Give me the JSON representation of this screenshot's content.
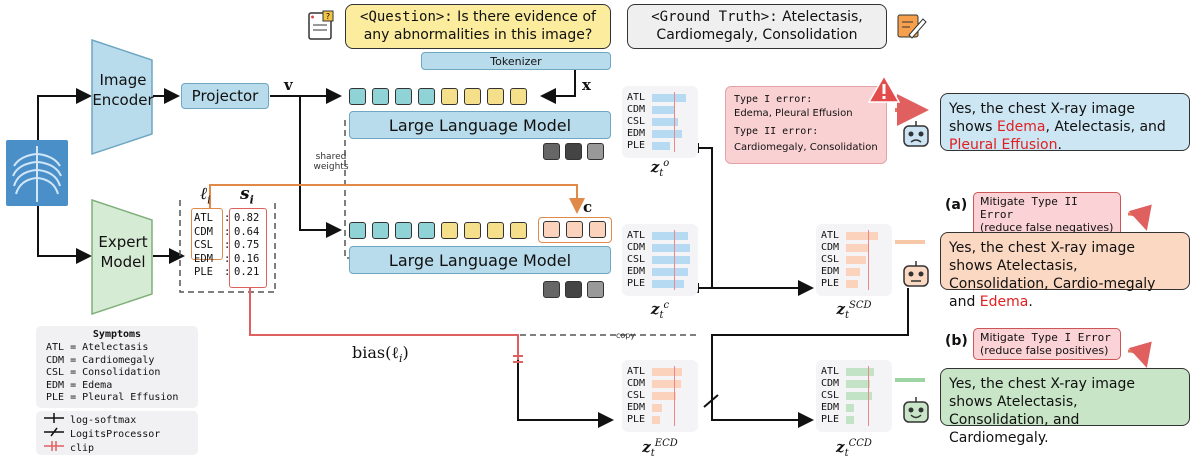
{
  "question": {
    "tag": "<Question>:",
    "text": " Is there evidence of any abnormalities in this image?"
  },
  "ground_truth": {
    "tag": "<Ground Truth>:",
    "text": " Atelectasis, Cardiomegaly, Consolidation"
  },
  "image_encoder": "Image Encoder",
  "expert_model": "Expert Model",
  "projector": "Projector",
  "tokenizer": "Tokenizer",
  "llm_label": "Large Language Model",
  "symbols": {
    "v": "v",
    "x": "x",
    "c": "c",
    "l_i": "ℓ",
    "l_i_sub": "i",
    "s_i": "s",
    "s_i_sub": "i",
    "bias": "bias(ℓ",
    "bias_sub": "i",
    "bias_close": ")"
  },
  "shared_weights": "shared weights",
  "copy": "copy",
  "expert_table": {
    "labels": [
      "ATL",
      "CDM",
      "CSL",
      "EDM",
      "PLE"
    ],
    "scores": [
      "0.82",
      "0.64",
      "0.75",
      "0.16",
      "0.21"
    ]
  },
  "symptoms": {
    "title": "Symptoms",
    "items": [
      "ATL = Atelectasis",
      "CDM = Cardiomegaly",
      "CSL = Consolidation",
      "EDM = Edema",
      "PLE = Pleural Effusion"
    ]
  },
  "legend": [
    "log-softmax",
    "LogitsProcessor",
    "clip"
  ],
  "panels": {
    "labels": [
      "ATL",
      "CDM",
      "CSL",
      "EDM",
      "PLE"
    ],
    "z_o": {
      "base": "z",
      "sub": "t",
      "sup": "o",
      "values": [
        0.85,
        0.55,
        0.65,
        0.75,
        0.45
      ]
    },
    "z_c": {
      "base": "z",
      "sub": "t",
      "sup": "c",
      "values": [
        0.9,
        0.95,
        0.95,
        0.9,
        0.8
      ]
    },
    "z_scd": {
      "base": "z",
      "sub": "t",
      "sup": "SCD",
      "values": [
        0.8,
        0.55,
        0.5,
        0.35,
        0.3
      ]
    },
    "z_ecd": {
      "base": "z",
      "sub": "t",
      "sup": "ECD",
      "values": [
        0.75,
        0.72,
        0.6,
        0.25,
        0.2
      ]
    },
    "z_ccd": {
      "base": "z",
      "sub": "t",
      "sup": "CCD",
      "values": [
        0.7,
        0.6,
        0.65,
        0.2,
        0.2
      ]
    },
    "colors": {
      "blue": "#b6daf2",
      "orange": "#fbd3bd",
      "green": "#c3e3c6"
    }
  },
  "errors": {
    "type1_label": "Type I error:",
    "type1_text": "Edema, Pleural Effusion",
    "type2_label": "Type II error:",
    "type2_text": "Cardiomegaly, Consolidation"
  },
  "answers": {
    "orig": {
      "p1": "Yes, the chest X-ray image shows ",
      "r1": "Edema",
      "p2": ", Atelectasis, and ",
      "r2": "Pleural Effusion",
      "p3": "."
    },
    "a": {
      "p1": "Yes, the chest X-ray image shows Atelectasis, Consolidation, Cardio-megaly and ",
      "r1": "Edema",
      "p2": "."
    },
    "b": {
      "p1": "Yes, the chest X-ray image shows Atelectasis, Consolidation, and Cardiomegaly."
    }
  },
  "mitigate": {
    "a": {
      "tag": "(a)",
      "word": "Mitigate",
      "mono": " Type II Error",
      "sub": "(reduce false negatives)"
    },
    "b": {
      "tag": "(b)",
      "word": "Mitigate",
      "mono": " Type I Error",
      "sub": "(reduce false positives)"
    }
  }
}
